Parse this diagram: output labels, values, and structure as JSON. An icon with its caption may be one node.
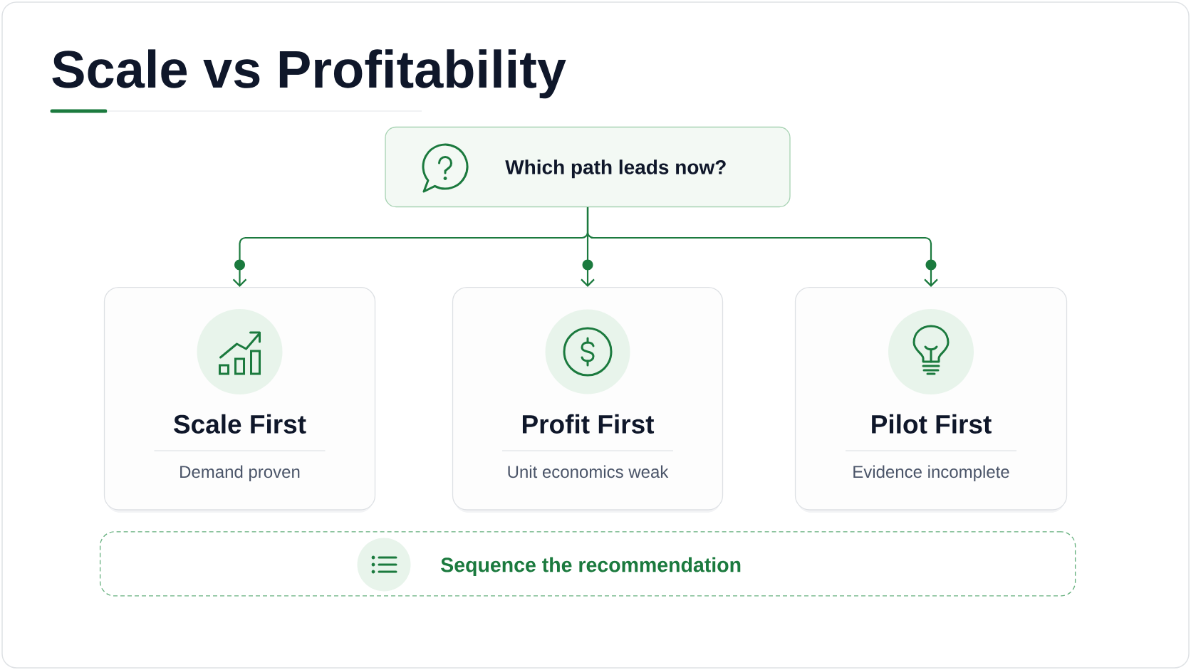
{
  "diagram": {
    "title": "Scale vs Profitability",
    "nodes": [
      {
        "text": [
          "Which path leads now?"
        ]
      },
      {
        "text": [
          "Scale First",
          "Demand proven"
        ]
      },
      {
        "text": [
          "Profit First",
          "Unit economics weak"
        ]
      },
      {
        "text": [
          "Pilot First",
          "Evidence incomplete"
        ]
      },
      {
        "text": [
          "Sequence the recommendation"
        ]
      }
    ],
    "edges": [
      {
        "from": 0,
        "to": 1,
        "arrow": "to"
      },
      {
        "from": 0,
        "to": 2,
        "arrow": "to"
      },
      {
        "from": 0,
        "to": 3,
        "arrow": "to"
      }
    ]
  }
}
